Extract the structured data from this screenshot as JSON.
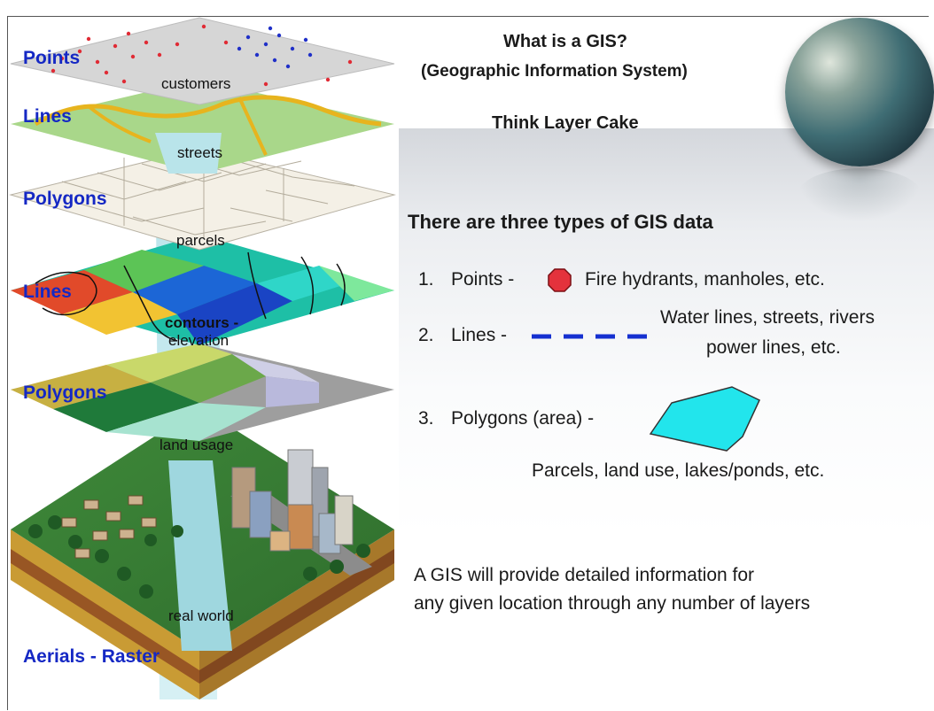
{
  "title": "What is a GIS?",
  "subtitle": "(Geographic Information System)",
  "tagline": "Think Layer Cake",
  "types_heading": "There are three types of GIS data",
  "types": [
    {
      "number": "1.",
      "label": "Points -",
      "description": "Fire hydrants, manholes, etc."
    },
    {
      "number": "2.",
      "label": "Lines -",
      "description_line1": "Water lines, streets, rivers",
      "description_line2": "power lines, etc."
    },
    {
      "number": "3.",
      "label": "Polygons (area) -",
      "description": "Parcels, land use, lakes/ponds, etc."
    }
  ],
  "summary_line1": "A GIS will provide detailed information for",
  "summary_line2": "any given location through any number of layers",
  "layers": [
    {
      "tag": "Points",
      "name": "customers"
    },
    {
      "tag": "Lines",
      "name": "streets"
    },
    {
      "tag": "Polygons",
      "name": "parcels"
    },
    {
      "tag": "Lines",
      "name": "contours -",
      "name2": "elevation"
    },
    {
      "tag": "Polygons",
      "name": "land usage"
    },
    {
      "tag": "Aerials - Raster",
      "name": "real world"
    }
  ],
  "colors": {
    "layer_tag": "#1528c4",
    "point_red": "#e02b35",
    "point_blue": "#2030c8",
    "line_dash": "#1530d0",
    "polygon_fill": "#22e5ec",
    "hydrant_red": "#e4323c"
  },
  "icons": {
    "point": "red-octagon-icon",
    "line": "dashed-line-icon",
    "polygon": "cyan-polygon-icon",
    "globe": "globe-icon"
  }
}
